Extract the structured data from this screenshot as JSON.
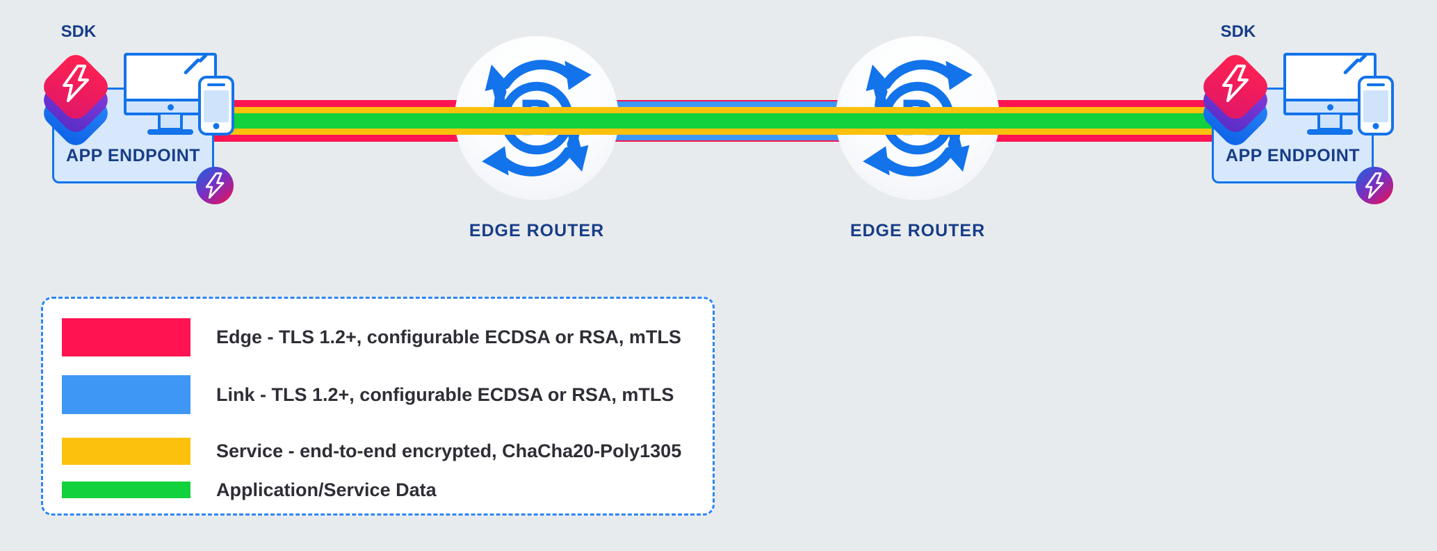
{
  "palette": {
    "background": "#e8ebee",
    "icon_blue": "#1273eb",
    "navy_text": "#173d87",
    "box_fill": "#d7e8fc",
    "device_fill": "#cfe4fb",
    "edge_red": "#fe1451",
    "link_blue": "#3e97f5",
    "service_yellow": "#fcc10d",
    "data_green": "#11d13c",
    "legend_border": "#2e85f4",
    "legend_text": "#2e2e36"
  },
  "endpoints": {
    "left": {
      "sdk_label": "SDK",
      "box_label": "APP ENDPOINT"
    },
    "right": {
      "sdk_label": "SDK",
      "box_label": "APP ENDPOINT"
    }
  },
  "routers": {
    "left": {
      "label": "EDGE ROUTER",
      "icon_letter": "R"
    },
    "right": {
      "label": "EDGE ROUTER",
      "icon_letter": "R"
    }
  },
  "legend": {
    "items": [
      {
        "id": "edge",
        "color": "#fe1451",
        "label": "Edge - TLS 1.2+, configurable ECDSA or RSA, mTLS"
      },
      {
        "id": "link",
        "color": "#3e97f5",
        "label": "Link - TLS 1.2+, configurable ECDSA or RSA, mTLS"
      },
      {
        "id": "service",
        "color": "#fcc10d",
        "label": "Service - end-to-end encrypted, ChaCha20-Poly1305"
      },
      {
        "id": "data",
        "color": "#11d13c",
        "label": "Application/Service Data"
      }
    ]
  }
}
